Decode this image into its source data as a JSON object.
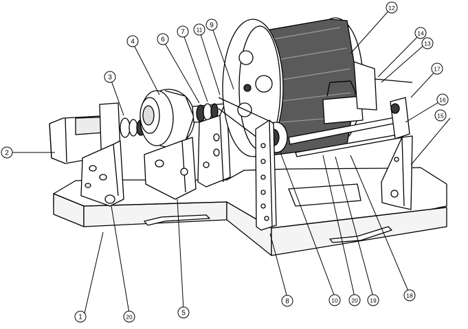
{
  "callouts": [
    {
      "id": "1",
      "label": "1"
    },
    {
      "id": "2",
      "label": "2"
    },
    {
      "id": "3",
      "label": "3"
    },
    {
      "id": "4",
      "label": "4"
    },
    {
      "id": "5",
      "label": "5"
    },
    {
      "id": "6",
      "label": "6"
    },
    {
      "id": "7",
      "label": "7"
    },
    {
      "id": "8",
      "label": "8"
    },
    {
      "id": "9",
      "label": "9"
    },
    {
      "id": "10",
      "label": "10"
    },
    {
      "id": "11",
      "label": "11"
    },
    {
      "id": "12",
      "label": "12"
    },
    {
      "id": "13",
      "label": "13"
    },
    {
      "id": "14",
      "label": "14"
    },
    {
      "id": "15",
      "label": "15"
    },
    {
      "id": "16",
      "label": "16"
    },
    {
      "id": "17",
      "label": "17"
    },
    {
      "id": "18",
      "label": "18"
    },
    {
      "id": "19",
      "label": "19"
    },
    {
      "id": "20",
      "label": "20"
    },
    {
      "id": "20b",
      "label": "20"
    }
  ],
  "colors": {
    "line": "#000000",
    "fill": "#ffffff",
    "shade": "#d9d9d9",
    "dark": "#3a3a3a"
  }
}
